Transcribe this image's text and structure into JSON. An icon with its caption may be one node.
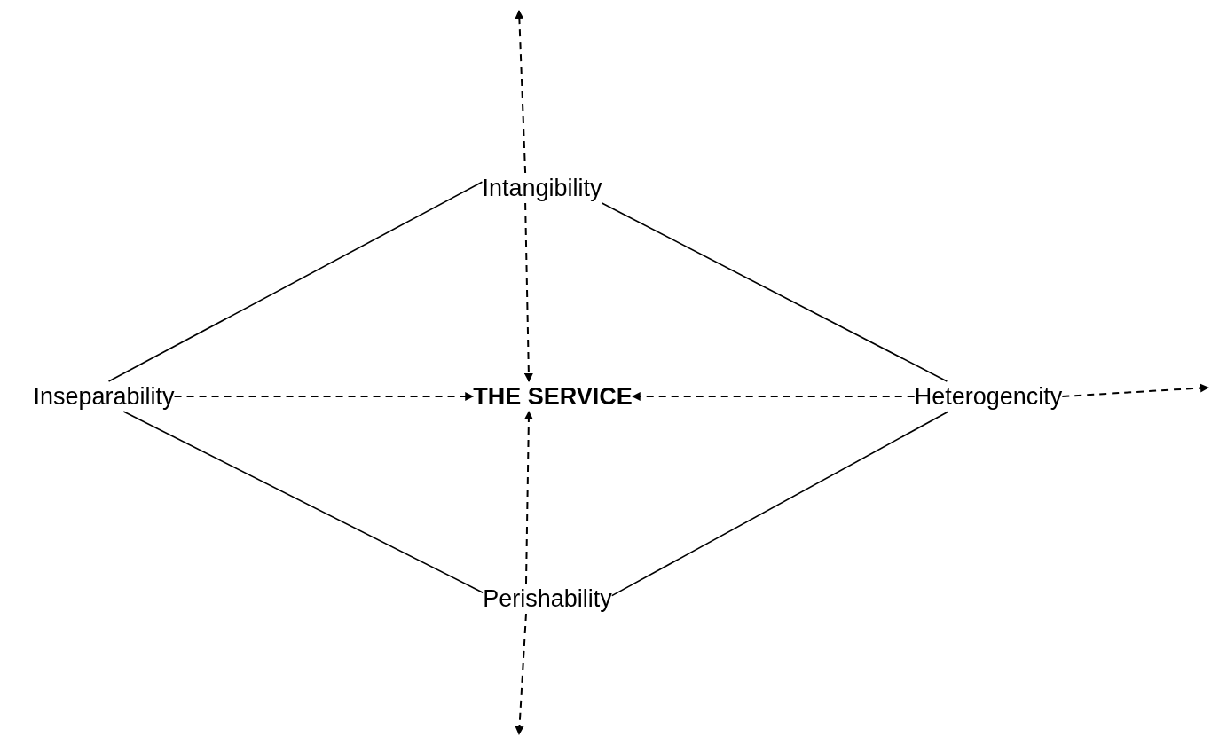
{
  "diagram": {
    "nodes": [
      {
        "text": [
          "Intangibility"
        ]
      },
      {
        "text": [
          "Inseparability"
        ]
      },
      {
        "text": [
          "THE SERVICE"
        ]
      },
      {
        "text": [
          "Heterogencity"
        ]
      },
      {
        "text": [
          "Perishability"
        ]
      }
    ],
    "edges": [
      {
        "from": 0,
        "to": null,
        "arrow": "to",
        "style": "dashed"
      },
      {
        "from": 0,
        "to": 2,
        "arrow": "to",
        "style": "dashed"
      },
      {
        "from": 1,
        "to": 2,
        "arrow": "to",
        "style": "dashed"
      },
      {
        "from": 3,
        "to": 2,
        "arrow": "to",
        "style": "dashed"
      },
      {
        "from": 3,
        "to": null,
        "arrow": "to",
        "style": "dashed"
      },
      {
        "from": 4,
        "to": 2,
        "arrow": "to",
        "style": "dashed"
      },
      {
        "from": 4,
        "to": null,
        "arrow": "to",
        "style": "dashed"
      },
      {
        "from": 0,
        "to": 1,
        "arrow": "none"
      },
      {
        "from": 0,
        "to": 3,
        "arrow": "none"
      },
      {
        "from": 1,
        "to": 4,
        "arrow": "none"
      },
      {
        "from": 3,
        "to": 4,
        "arrow": "none"
      }
    ]
  }
}
